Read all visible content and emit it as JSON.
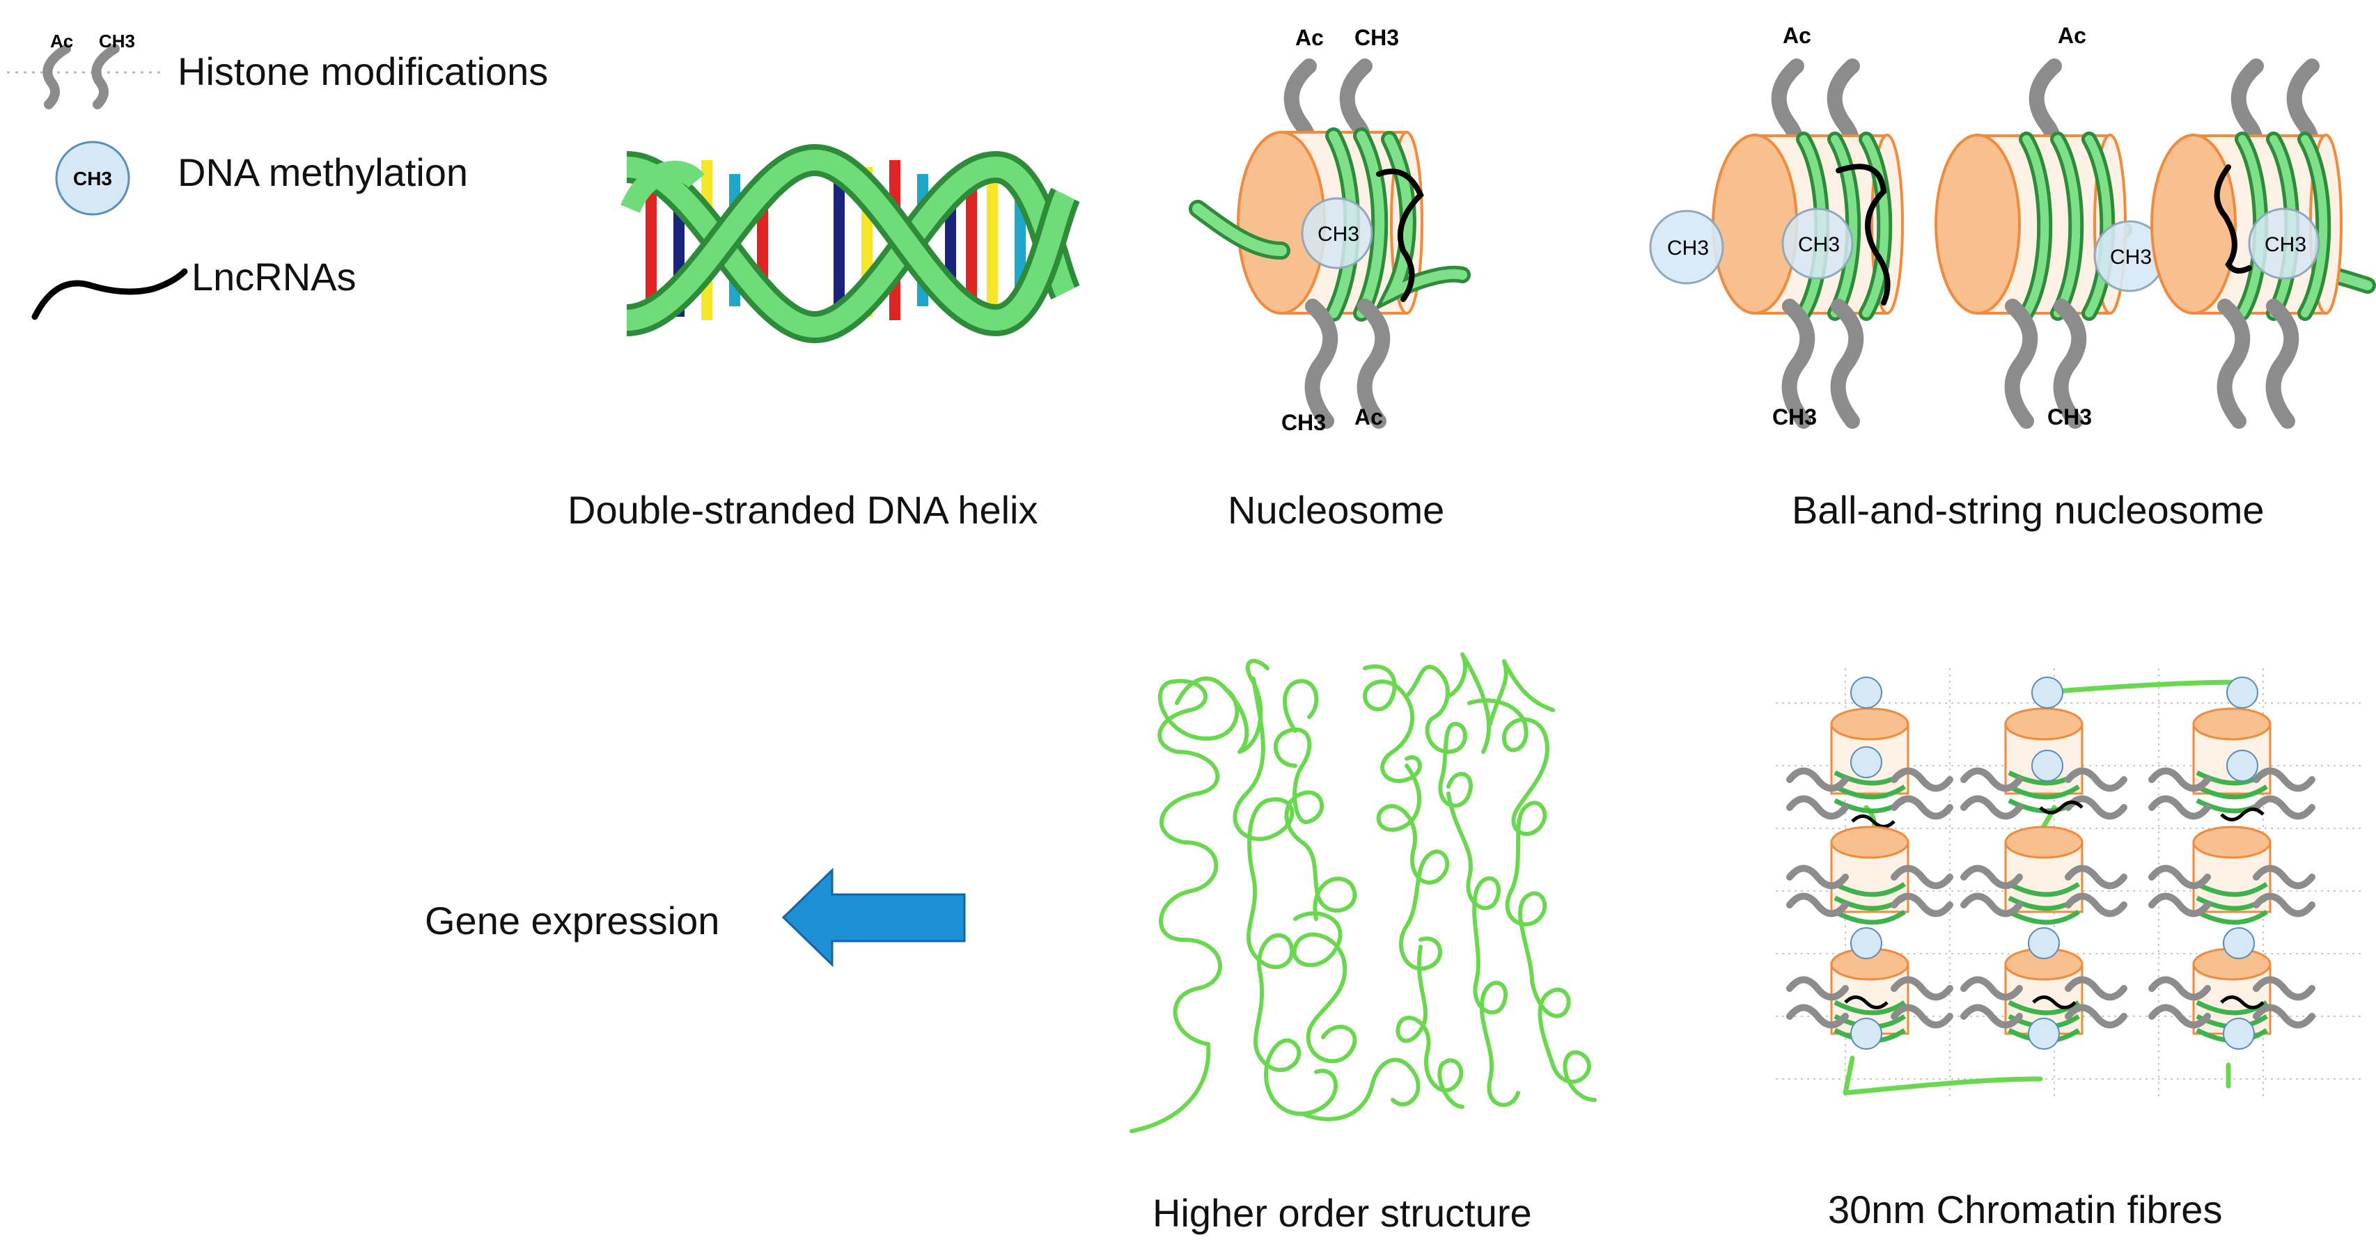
{
  "legend": {
    "histone_label": "Histone modifications",
    "methylation_label": "DNA methylation",
    "lncrna_label": "LncRNAs",
    "histone_marks": [
      "Ac",
      "CH3"
    ]
  },
  "panels": {
    "dna_helix": "Double-stranded DNA helix",
    "nucleosome": "Nucleosome",
    "ball_string": "Ball-and-string nucleosome",
    "higher_order": "Higher order structure",
    "chromatin_fibres": "30nm Chromatin fibres",
    "gene_expression": "Gene expression"
  },
  "marks": {
    "acetyl": "Ac",
    "methyl": "CH3"
  },
  "colors": {
    "histone_core": "#f8c08e",
    "histone_edge": "#f08a3c",
    "dna_strand": "#5fcf6a",
    "tail": "#8c8c8c",
    "methyl_circle": "#d6e8f5",
    "lncrna": "#000000",
    "arrow": "#1e90d6"
  },
  "icons": [
    "histone-tail-icon",
    "methyl-circle-icon",
    "lncrna-squiggle-icon",
    "blue-left-arrow-icon"
  ]
}
